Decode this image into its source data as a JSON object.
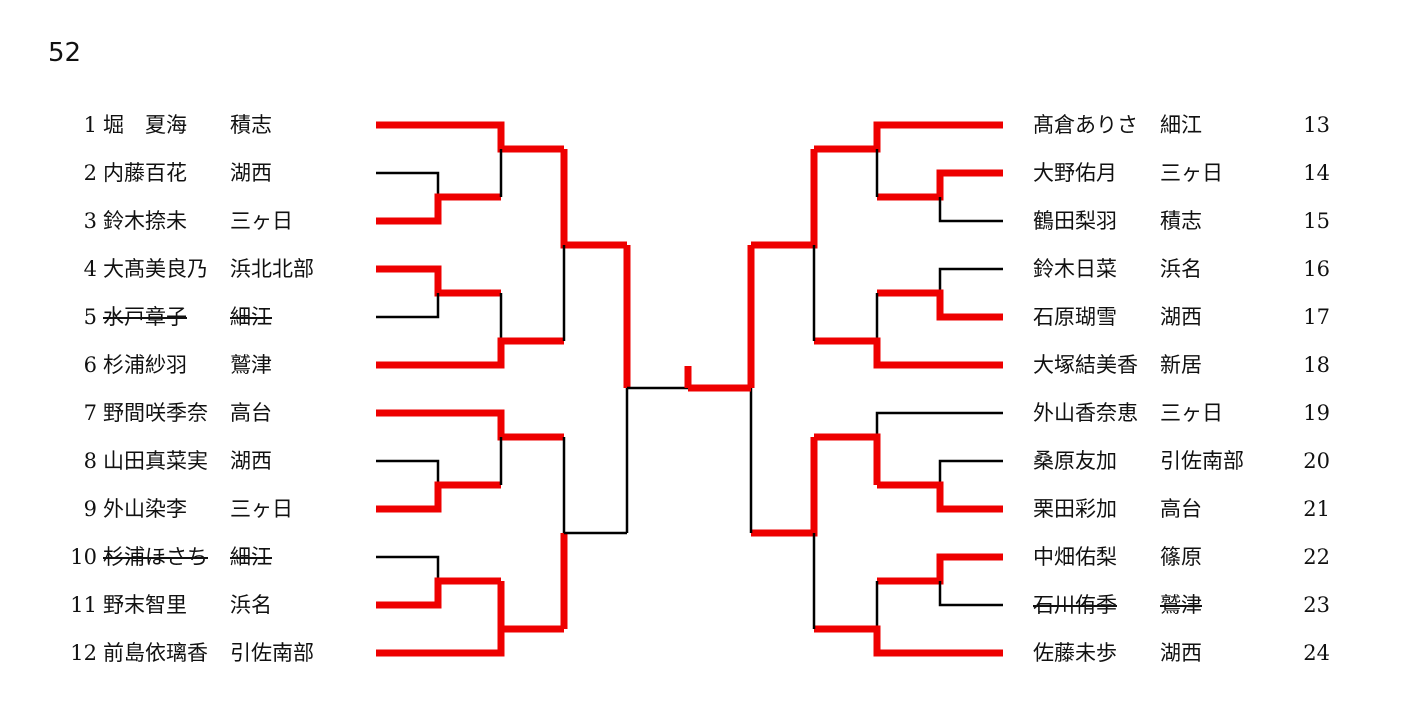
{
  "page_number": "52",
  "colors": {
    "winner": "#ee0000",
    "line": "#000000"
  },
  "left_entries": [
    {
      "no": "1",
      "name": "堀　夏海",
      "school": "積志",
      "withdrawn": false
    },
    {
      "no": "2",
      "name": "内藤百花",
      "school": "湖西",
      "withdrawn": false
    },
    {
      "no": "3",
      "name": "鈴木捺未",
      "school": "三ヶ日",
      "withdrawn": false
    },
    {
      "no": "4",
      "name": "大髙美良乃",
      "school": "浜北北部",
      "withdrawn": false
    },
    {
      "no": "5",
      "name": "水戸章子",
      "school": "細江",
      "withdrawn": true
    },
    {
      "no": "6",
      "name": "杉浦紗羽",
      "school": "鷲津",
      "withdrawn": false
    },
    {
      "no": "7",
      "name": "野間咲季奈",
      "school": "高台",
      "withdrawn": false
    },
    {
      "no": "8",
      "name": "山田真菜実",
      "school": "湖西",
      "withdrawn": false
    },
    {
      "no": "9",
      "name": "外山染李",
      "school": "三ヶ日",
      "withdrawn": false
    },
    {
      "no": "10",
      "name": "杉浦ほさち",
      "school": "細江",
      "withdrawn": true
    },
    {
      "no": "11",
      "name": "野末智里",
      "school": "浜名",
      "withdrawn": false
    },
    {
      "no": "12",
      "name": "前島依璃香",
      "school": "引佐南部",
      "withdrawn": false
    }
  ],
  "right_entries": [
    {
      "no": "13",
      "name": "髙倉ありさ",
      "school": "細江",
      "withdrawn": false
    },
    {
      "no": "14",
      "name": "大野佑月",
      "school": "三ヶ日",
      "withdrawn": false
    },
    {
      "no": "15",
      "name": "鶴田梨羽",
      "school": "積志",
      "withdrawn": false
    },
    {
      "no": "16",
      "name": "鈴木日菜",
      "school": "浜名",
      "withdrawn": false
    },
    {
      "no": "17",
      "name": "石原瑚雪",
      "school": "湖西",
      "withdrawn": false
    },
    {
      "no": "18",
      "name": "大塚結美香",
      "school": "新居",
      "withdrawn": false
    },
    {
      "no": "19",
      "name": "外山香奈恵",
      "school": "三ヶ日",
      "withdrawn": false
    },
    {
      "no": "20",
      "name": "桑原友加",
      "school": "引佐南部",
      "withdrawn": false
    },
    {
      "no": "21",
      "name": "栗田彩加",
      "school": "高台",
      "withdrawn": false
    },
    {
      "no": "22",
      "name": "中畑佑梨",
      "school": "篠原",
      "withdrawn": false
    },
    {
      "no": "23",
      "name": "石川侑季",
      "school": "鷲津",
      "withdrawn": true
    },
    {
      "no": "24",
      "name": "佐藤未歩",
      "school": "湖西",
      "withdrawn": false
    }
  ]
}
